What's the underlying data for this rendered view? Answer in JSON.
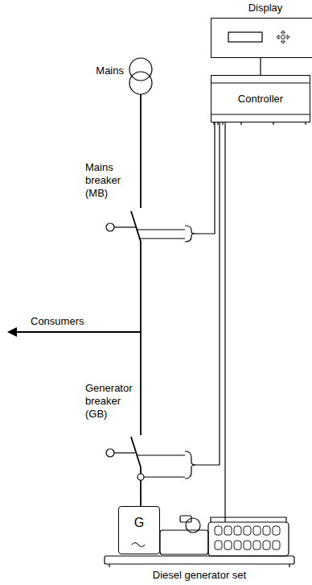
{
  "diagram": {
    "nodes": [
      {
        "text": [
          "Display"
        ]
      },
      {
        "text": [
          "Controller"
        ]
      },
      {
        "text": [
          "G"
        ]
      }
    ],
    "edges": [
      {
        "from": 0,
        "to": 1,
        "arrow": "none"
      }
    ],
    "labels": [
      "Mains",
      "Mains breaker (MB)",
      "Consumers",
      "Generator breaker (GB)",
      "Diesel generator set"
    ]
  }
}
